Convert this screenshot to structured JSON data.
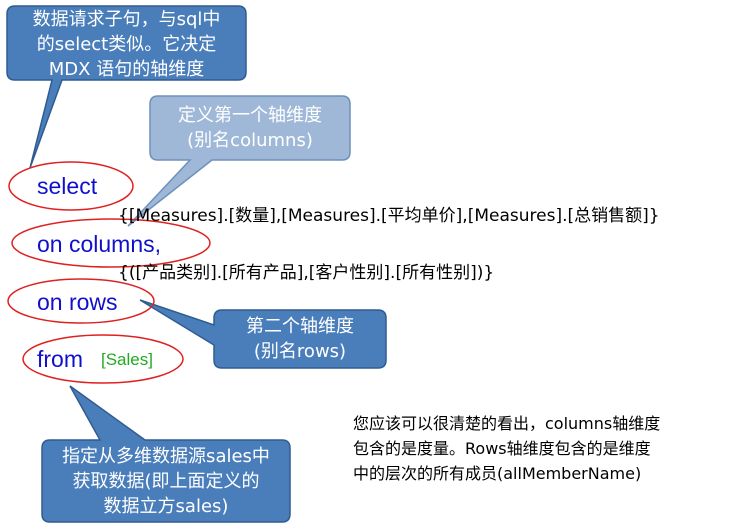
{
  "callouts": {
    "select_desc": [
      "数据请求子句，与sql中",
      "的select类似。它决定",
      "MDX 语句的轴维度"
    ],
    "columns_desc": [
      "定义第一个轴维度",
      "(别名columns)"
    ],
    "rows_desc": [
      "第二个轴维度",
      "(别名rows)"
    ],
    "from_desc": [
      "指定从多维数据源sales中",
      "获取数据(即上面定义的",
      "数据立方sales)"
    ]
  },
  "query": {
    "select_kw": "select",
    "on_columns_kw": "on columns,",
    "on_rows_kw": "on rows",
    "from_kw": "from",
    "cube_name": "[Sales]",
    "columns_set": "{[Measures].[数量],[Measures].[平均单价],[Measures].[总销售额]}",
    "rows_set": "{([产品类别].[所有产品],[客户性别].[所有性别])}"
  },
  "note": [
    "您应该可以很清楚的看出，columns轴维度",
    "包含的是度量。Rows轴维度包含的是维度",
    "中的层次的所有成员(allMemberName)"
  ],
  "colors": {
    "callout_dark_fill": "#4a7ebb",
    "callout_dark_stroke": "#2f5c8f",
    "callout_light_fill": "#9fb8d8",
    "callout_light_stroke": "#6f90bc",
    "ellipse_stroke": "#e02020",
    "keyword": "#1010cc",
    "cube_name": "#22aa22"
  }
}
